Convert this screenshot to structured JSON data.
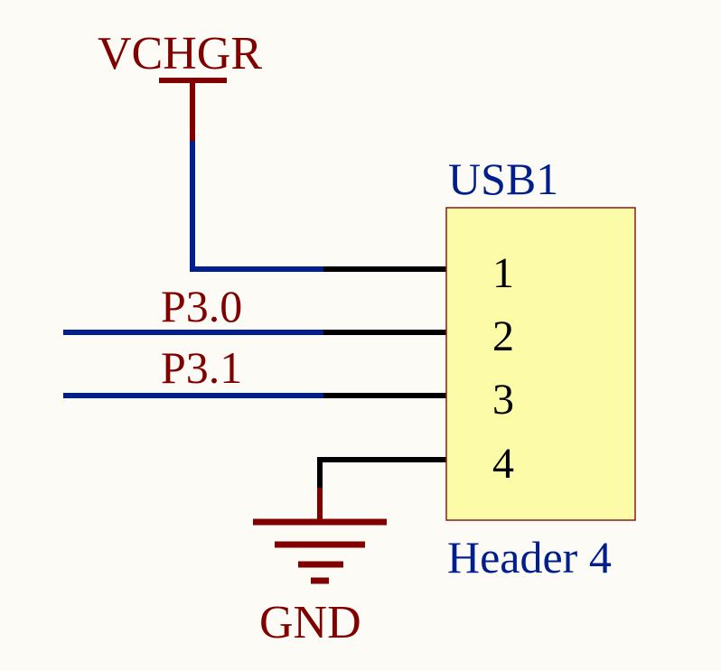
{
  "schematic": {
    "component": {
      "designator": "USB1",
      "comment": "Header 4",
      "pins": [
        "1",
        "2",
        "3",
        "4"
      ]
    },
    "power_ports": {
      "vchgr": "VCHGR",
      "gnd": "GND"
    },
    "net_labels": {
      "p3_0": "P3.0",
      "p3_1": "P3.1"
    },
    "colors": {
      "background": "#fdfbf6",
      "body_fill": "#fcfba8",
      "body_border": "#8b1a1a",
      "wire": "#001f8c",
      "pin": "#000000",
      "power": "#800000"
    }
  }
}
